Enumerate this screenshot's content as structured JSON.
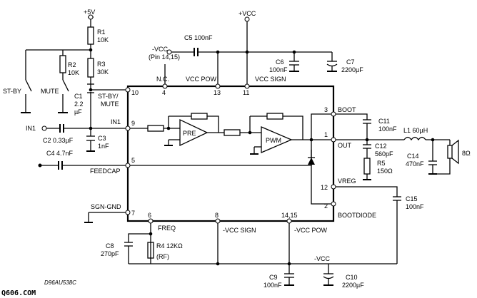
{
  "supply": {
    "plus5v": "+5V",
    "plus_vcc": "+VCC",
    "minus_vcc_pin": "-VCC",
    "pin_note": "(Pin 14,15)",
    "minus_vcc": "-VCC"
  },
  "components": {
    "r1": {
      "name": "R1",
      "value": "10K"
    },
    "r2": {
      "name": "R2",
      "value": "10K"
    },
    "r3": {
      "name": "R3",
      "value": "30K"
    },
    "c1": {
      "name": "C1",
      "value1": "2.2",
      "value2": "µF"
    },
    "c2": {
      "name": "C2 0.33µF"
    },
    "c3": {
      "name": "C3",
      "value": "1nF"
    },
    "c4": {
      "name": "C4 4.7nF"
    },
    "c5": {
      "name": "C5 100nF"
    },
    "c6": {
      "name": "C6",
      "value": "100nF"
    },
    "c7": {
      "name": "C7",
      "value": "2200µF"
    },
    "c8": {
      "name": "C8",
      "value": "270pF"
    },
    "r4": {
      "name": "R4 12KΩ",
      "sub": "(RF)"
    },
    "c9": {
      "name": "C9",
      "value": "100nF"
    },
    "c10": {
      "name": "C10",
      "value": "2200µF"
    },
    "c11": {
      "name": "C11",
      "value": "100nF"
    },
    "c12": {
      "name": "C12",
      "value": "560pF"
    },
    "r5": {
      "name": "R5",
      "value": "150Ω"
    },
    "l1": {
      "name": "L1 60µH"
    },
    "c14": {
      "name": "C14",
      "value": "470nF"
    },
    "c15": {
      "name": "C15",
      "value": "100nF"
    },
    "speaker": {
      "value": "8Ω"
    }
  },
  "switches": {
    "standby": "ST-BY",
    "mute": "MUTE"
  },
  "ic": {
    "labels": {
      "nc": "N.C.",
      "vcc_pow": "VCC POW",
      "vcc_sign": "VCC SIGN",
      "stby_mute_1": "ST-BY/",
      "stby_mute_2": "MUTE",
      "in1": "IN1",
      "feedcap": "FEEDCAP",
      "sgn_gnd": "SGN-GND",
      "boot": "BOOT",
      "out": "OUT",
      "vreg": "VREG",
      "bootdiode": "BOOTDIODE",
      "freq": "FREQ",
      "neg_vcc_sign": "-VCC SIGN",
      "neg_vcc_pow": "-VCC POW",
      "pre": "PRE",
      "pwm": "PWM"
    },
    "pins": {
      "p10": "10",
      "p4": "4",
      "p13": "13",
      "p11": "11",
      "p9": "9",
      "p5": "5",
      "p7": "7",
      "p6": "6",
      "p8": "8",
      "p1415": "14,15",
      "p3": "3",
      "p1": "1",
      "p12": "12",
      "p2": "2"
    }
  },
  "input_label": "IN1",
  "diagram_code": "D96AU538C",
  "watermark": "Q606.COM"
}
